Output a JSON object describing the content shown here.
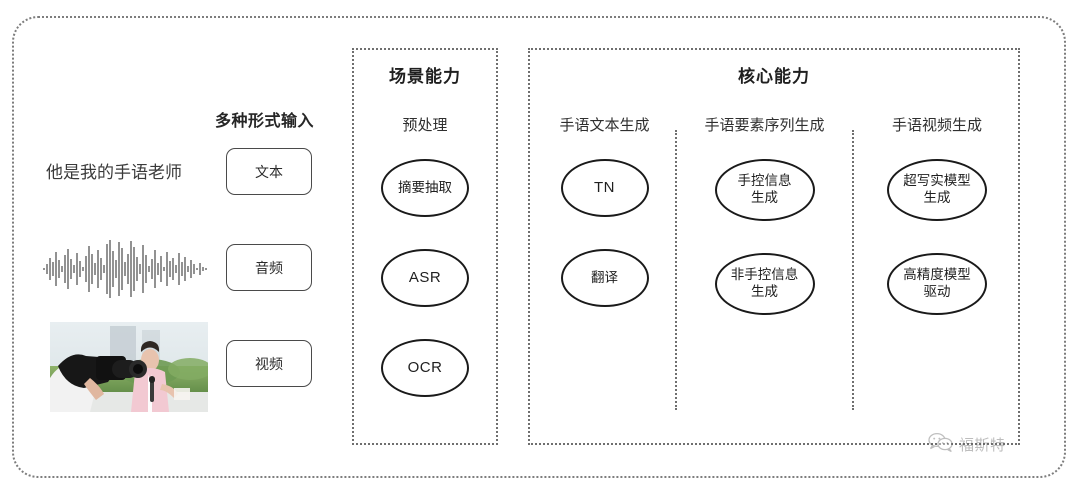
{
  "diagram": {
    "input_section": {
      "heading": "多种形式输入",
      "sample_text": "他是我的手语老师",
      "modalities": [
        {
          "label": "文本",
          "media": "text-sample"
        },
        {
          "label": "音频",
          "media": "audio-waveform"
        },
        {
          "label": "视频",
          "media": "video-thumbnail"
        }
      ]
    },
    "panels": [
      {
        "id": "scene-capability",
        "title": "场景能力",
        "columns": [
          {
            "label": "预处理",
            "nodes": [
              "摘要抽取",
              "ASR",
              "OCR"
            ]
          }
        ]
      },
      {
        "id": "core-capability",
        "title": "核心能力",
        "columns": [
          {
            "label": "手语文本生成",
            "nodes": [
              "TN",
              "翻译"
            ]
          },
          {
            "label": "手语要素序列生成",
            "nodes": [
              "手控信息\n生成",
              "非手控信息\n生成"
            ]
          },
          {
            "label": "手语视频生成",
            "nodes": [
              "超写实模型\n生成",
              "高精度模型\n驱动"
            ]
          }
        ]
      }
    ],
    "watermark": {
      "text": "福斯特",
      "icon": "wechat-bubble-icon"
    },
    "colors": {
      "border_dotted": "#6f6f6f",
      "ellipse_stroke": "#1a1a1a",
      "text": "#2b2b2b",
      "background": "#ffffff"
    }
  }
}
